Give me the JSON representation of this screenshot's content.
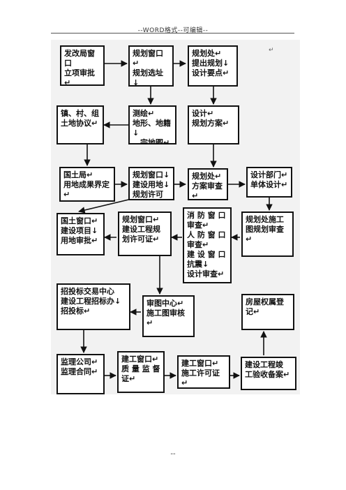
{
  "header": "--WORD格式--可编辑--",
  "footer": "--",
  "boxes": {
    "b1": "发改局窗口\n立项审批↵",
    "b2": "规划窗口↵\n规划选址↓\n意见书↵",
    "b3": "规划处↵\n提出规划↓\n设计要点↵",
    "b4": "镇、村、组\n土地协议↵",
    "b5": "测绘↵\n地形、地籍↓\n、宗地图↵",
    "b6": "设计↵\n规划方案↵",
    "b7": "国土局↵\n用地成果界定↵",
    "b8": "规划窗口↓\n建设用地↓\n规划许可证↵",
    "b9": "规划处↵\n方案审查↵",
    "b10": "设计部门↵\n单体设计↵",
    "b11": "国土窗口↵\n建设项目↓\n用地审批↵",
    "b12": "规划窗口↵\n建设工程规\n划许可证↵",
    "b13": "消 防 窗 口\n审查↵\n人 防 窗 口\n审查↵\n建 设 窗 口\n抗震↓\n设计审查↵",
    "b14": "规划处施工\n图规划审查↵",
    "b15": "招投标交易中心\n建设工程招标办↓\n招投标↵",
    "b16": "审图中心↵\n施工图审核↵",
    "b17": "房屋权属登\n记↵",
    "b18": "监理公司↵\n监理合同↵",
    "b19": "建工窗口↵\n质 量 监 督\n证↵",
    "b20": "建工窗口↵\n施工许可证↵",
    "b21": "建设工程竣\n工验收备案↵"
  },
  "marks": {
    "top_right": "↵"
  }
}
